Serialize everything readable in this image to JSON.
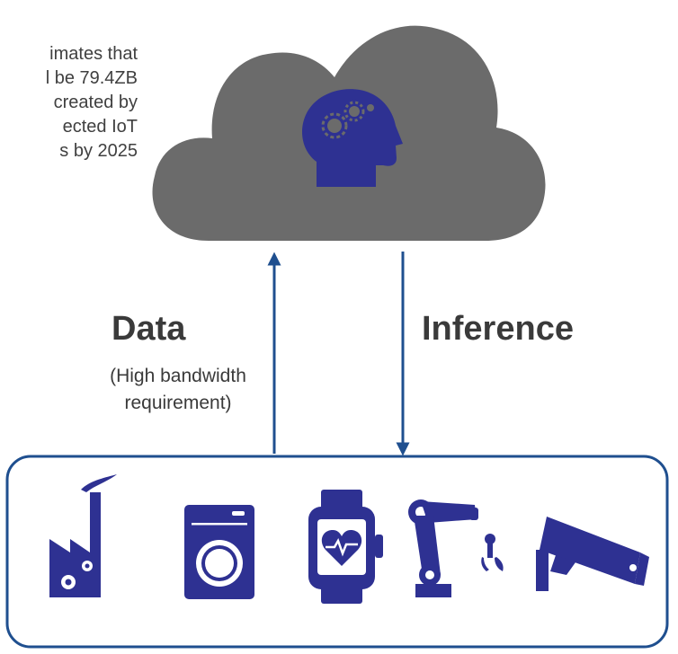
{
  "note": {
    "lines": [
      "imates that",
      "l be 79.4ZB",
      "created by",
      "ected IoT",
      "s by 2025"
    ]
  },
  "upload": {
    "label": "Data",
    "sub_lines": [
      "(High bandwidth",
      "requirement)"
    ]
  },
  "download": {
    "label": "Inference"
  },
  "icons": {
    "cloud": "cloud-icon",
    "brain": "head-with-gears-icon",
    "devices": [
      "factory-icon",
      "washing-machine-icon",
      "smartwatch-heart-icon",
      "robot-arm-icon",
      "security-camera-icon"
    ]
  },
  "colors": {
    "cloud": "#6b6b6b",
    "accent": "#2e3192",
    "arrow": "#1f4f8f",
    "text": "#3a3a3a"
  }
}
